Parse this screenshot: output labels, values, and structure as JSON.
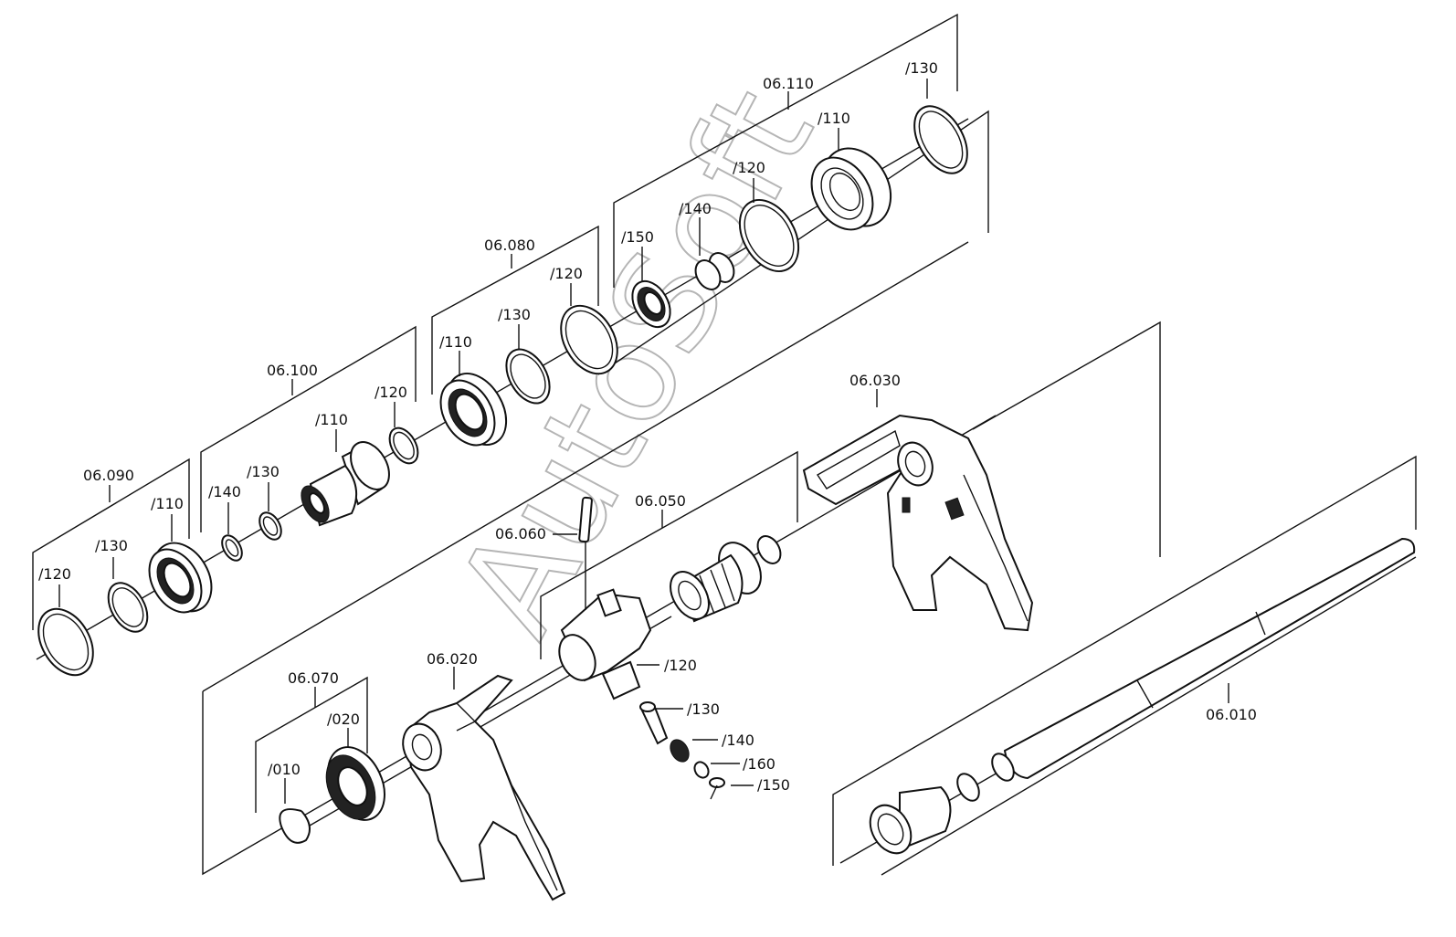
{
  "watermark": "AutoSoft",
  "groups": [
    {
      "id": "g06110",
      "label": "06.110"
    },
    {
      "id": "g06080",
      "label": "06.080"
    },
    {
      "id": "g06100",
      "label": "06.100"
    },
    {
      "id": "g06090",
      "label": "06.090"
    },
    {
      "id": "g06030",
      "label": "06.030"
    },
    {
      "id": "g06050",
      "label": "06.050"
    },
    {
      "id": "g06060",
      "label": "06.060"
    },
    {
      "id": "g06020",
      "label": "06.020"
    },
    {
      "id": "g06070",
      "label": "06.070"
    },
    {
      "id": "g06010",
      "label": "06.010"
    }
  ],
  "callouts": {
    "g06110": {
      "p130": "/130",
      "p110": "/110",
      "p120": "/120",
      "p140": "/140",
      "p150": "/150"
    },
    "g06080": {
      "p120": "/120",
      "p130": "/130",
      "p110": "/110"
    },
    "g06100": {
      "p120": "/120",
      "p110": "/110",
      "p130": "/130",
      "p140": "/140"
    },
    "g06090": {
      "p110": "/110",
      "p130": "/130",
      "p120": "/120"
    },
    "g06050": {
      "p120": "/120",
      "p130": "/130",
      "p140": "/140",
      "p160": "/160",
      "p150": "/150"
    },
    "g06070": {
      "p020": "/020",
      "p010": "/010"
    }
  }
}
